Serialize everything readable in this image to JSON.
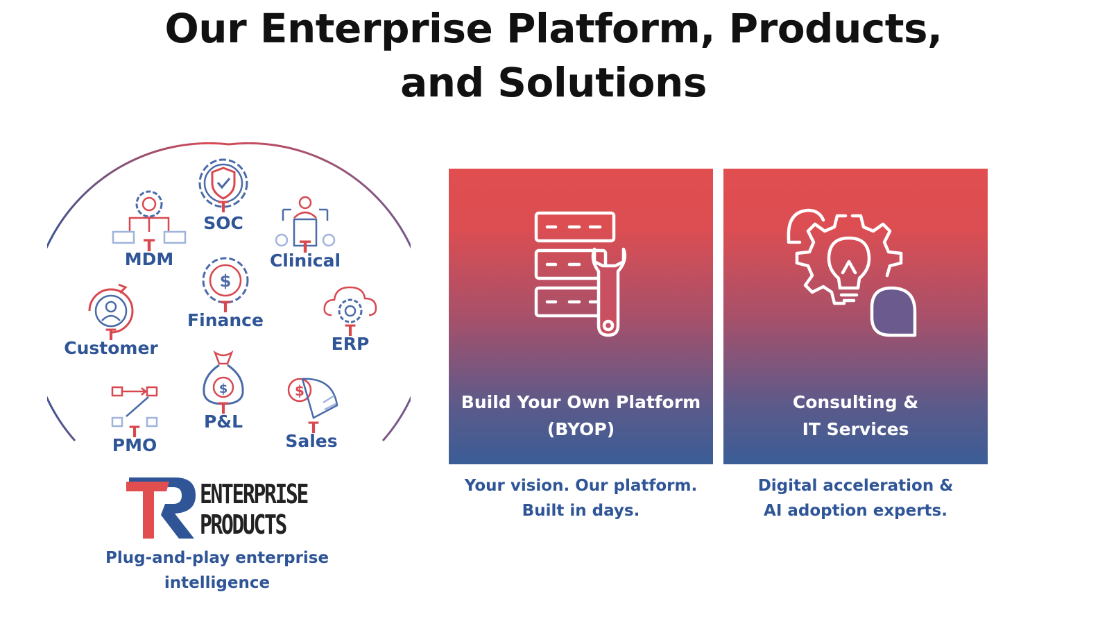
{
  "title": {
    "line1": "Our Enterprise Platform, Products,",
    "line2": "and Solutions"
  },
  "products": {
    "modules": [
      {
        "label": "SOC",
        "icon": "shield-gear-icon"
      },
      {
        "label": "MDM",
        "icon": "gear-network-icon"
      },
      {
        "label": "Clinical",
        "icon": "clinician-clipboard-icon"
      },
      {
        "label": "Finance",
        "icon": "dollar-gear-icon"
      },
      {
        "label": "Customer",
        "icon": "customer-cycle-icon"
      },
      {
        "label": "ERP",
        "icon": "cloud-gear-icon"
      },
      {
        "label": "PMO",
        "icon": "workflow-icon"
      },
      {
        "label": "P&L",
        "icon": "money-bag-icon"
      },
      {
        "label": "Sales",
        "icon": "dollar-chart-icon"
      }
    ],
    "logo_line1": "ENTERPRISE",
    "logo_line2": "PRODUCTS",
    "tagline_line1": "Plug-and-play enterprise",
    "tagline_line2": "intelligence"
  },
  "cards": [
    {
      "label_line1": "Build Your Own Platform",
      "label_line2": "(BYOP)",
      "caption_line1": "Your vision. Our platform.",
      "caption_line2": "Built in days.",
      "icon": "server-wrench-icon"
    },
    {
      "label_line1": "Consulting &",
      "label_line2": "IT Services",
      "caption_line1": "Digital acceleration &",
      "caption_line2": "AI adoption experts.",
      "icon": "gear-lightbulb-icon"
    }
  ],
  "colors": {
    "brand_red": "#e04e50",
    "brand_blue": "#2f5597",
    "card_bottom": "#3a5d96"
  }
}
